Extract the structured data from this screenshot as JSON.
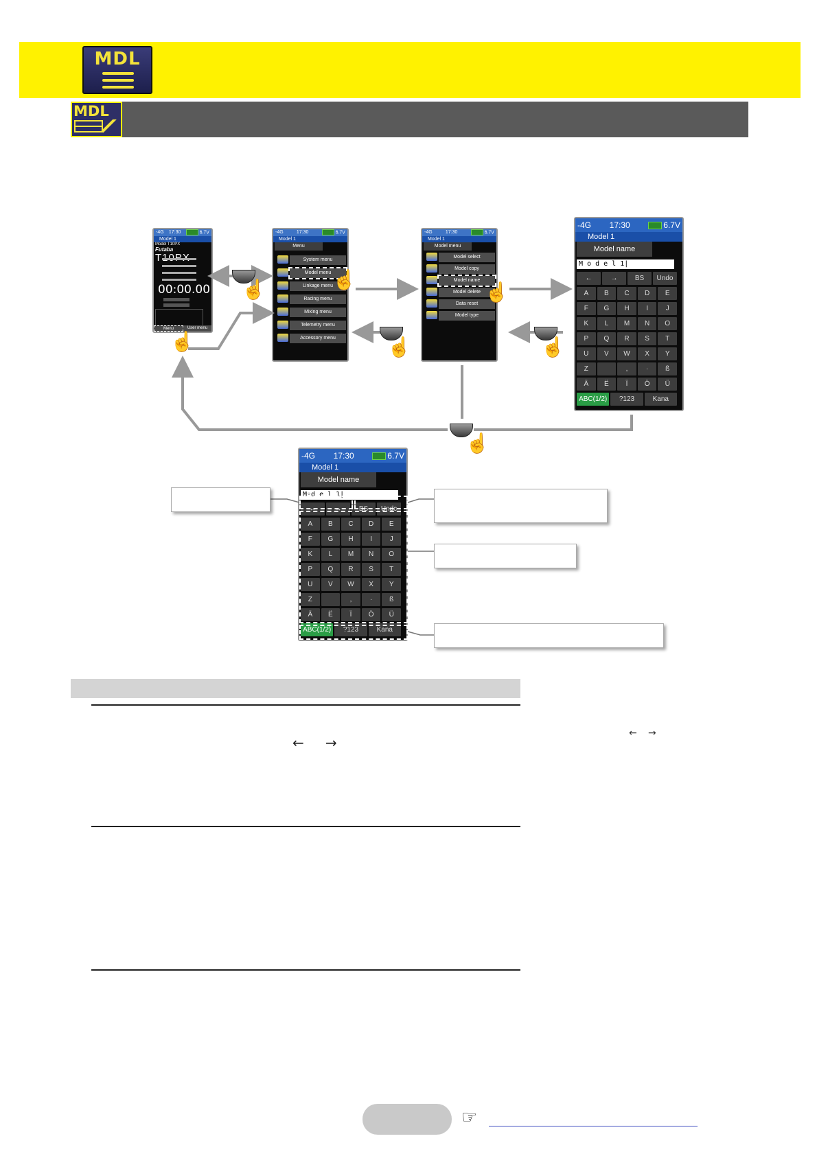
{
  "header": {
    "logo_text": "MDL",
    "sub_logo_text": "MDL"
  },
  "screen_home": {
    "status_left": "-4G",
    "time": "17:30",
    "voltage": "6.7V",
    "model_bar": "Model 1",
    "brand": "Futaba",
    "model_line": "Model T10PX",
    "product": "T10PX",
    "timer": "00:00.00",
    "bottom_left": "Menu",
    "bottom_right": "User menu"
  },
  "screen_menu": {
    "status_left": "-4G",
    "time": "17:30",
    "voltage": "6.7V",
    "model_bar": "Model 1",
    "title": "Menu",
    "items": [
      "System menu",
      "Model menu",
      "Linkage menu",
      "Racing menu",
      "Mixing menu",
      "Telemetry menu",
      "Accessory menu"
    ]
  },
  "screen_model_menu": {
    "status_left": "-4G",
    "time": "17:30",
    "voltage": "6.7V",
    "model_bar": "Model 1",
    "title": "Model menu",
    "items": [
      "Model select",
      "Model copy",
      "Model name",
      "Model delete",
      "Data reset",
      "Model type"
    ]
  },
  "keyboard": {
    "status_left": "-4G",
    "time": "17:30",
    "voltage": "6.7V",
    "model_bar": "Model 1",
    "title": "Model name",
    "name_value": "M o d e l   1|",
    "controls": [
      "←",
      "→",
      "BS",
      "Undo"
    ],
    "rows": [
      [
        "A",
        "B",
        "C",
        "D",
        "E"
      ],
      [
        "F",
        "G",
        "H",
        "I",
        "J"
      ],
      [
        "K",
        "L",
        "M",
        "N",
        "O"
      ],
      [
        "P",
        "Q",
        "R",
        "S",
        "T"
      ],
      [
        "U",
        "V",
        "W",
        "X",
        "Y"
      ],
      [
        "Z",
        "",
        ",",
        "·",
        "ß"
      ],
      [
        "Ä",
        "Ë",
        "Ï",
        "Ö",
        "Ü"
      ]
    ],
    "modes": [
      "ABC(1/2)",
      "?123",
      "Kana"
    ]
  },
  "keyboard_detail": {
    "name_value": "M◦d e l   1|",
    "controls": [
      "←",
      "→",
      "BS",
      "Undc"
    ],
    "rows": [
      [
        "A",
        "B",
        "C",
        "D",
        "E"
      ],
      [
        "F",
        "G",
        "H",
        "I",
        "J"
      ],
      [
        "K",
        "L",
        "M",
        "N",
        "O"
      ],
      [
        "P",
        "Q",
        "R",
        "S",
        "T"
      ],
      [
        "U",
        "V",
        "W",
        "X",
        "Y"
      ],
      [
        "Z",
        "",
        ",",
        "·",
        "ß"
      ],
      [
        "Ä",
        "Ë",
        "Ï",
        "Ö",
        "Ü"
      ]
    ],
    "modes": [
      "ABC(1/2)",
      "?123",
      "Kana"
    ]
  },
  "body": {
    "arrows_main": [
      "←",
      "→"
    ],
    "arrows_side": [
      "←",
      "→"
    ]
  }
}
